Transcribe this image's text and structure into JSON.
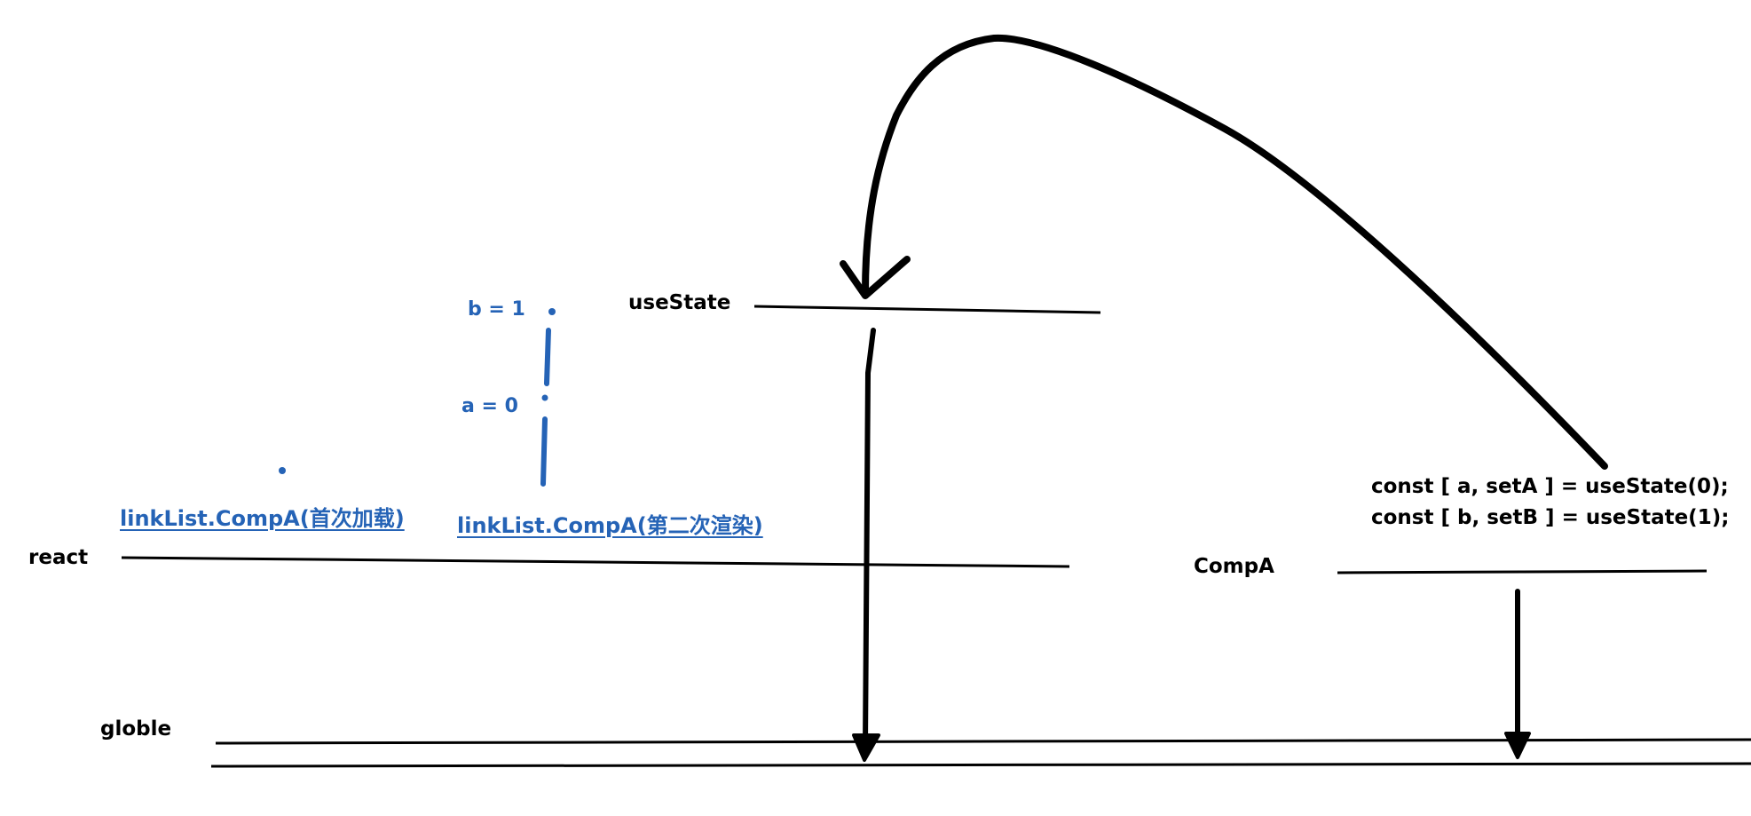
{
  "colors": {
    "ink": "#000000",
    "accent": "#2563b6"
  },
  "labels": {
    "use_state": "useState",
    "react": "react",
    "comp_a": "CompA",
    "globle": "globle",
    "code_line_1": "const [ a, setA ] = useState(0);",
    "code_line_2": "const [ b, setB ] = useState(1);",
    "b_value": "b = 1",
    "a_value": "a = 0",
    "first_load": "linkList.CompA(首次加载)",
    "second_render": "linkList.CompA(第二次渲染)"
  }
}
